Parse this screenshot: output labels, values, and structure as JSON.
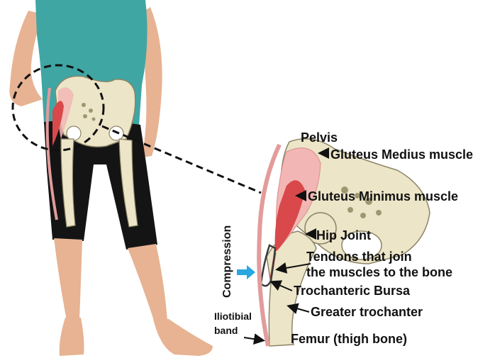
{
  "labels": {
    "pelvis": "Pelvis",
    "gluteus_medius": "Gluteus Medius muscle",
    "gluteus_minimus": "Gluteus Minimus muscle",
    "hip_joint": "Hip Joint",
    "tendons_line1": "Tendons that join",
    "tendons_line2": "the muscles to the bone",
    "trochanteric_bursa": "Trochanteric Bursa",
    "greater_trochanter": "Greater trochanter",
    "femur": "Femur (thigh bone)",
    "iliotibial_line1": "Iliotibial",
    "iliotibial_line2": "band",
    "compression": "Compression"
  },
  "colors": {
    "bone": "#ece5c8",
    "bone_outline": "#8c8466",
    "bone_dots": "#9e9872",
    "muscle_red": "#d9484a",
    "muscle_pink": "#f2b7b5",
    "itband": "#e39b9b",
    "shirt": "#3fa6a4",
    "leggings": "#141414",
    "skin": "#e7b392",
    "arrow_blue": "#2aa6e0"
  }
}
